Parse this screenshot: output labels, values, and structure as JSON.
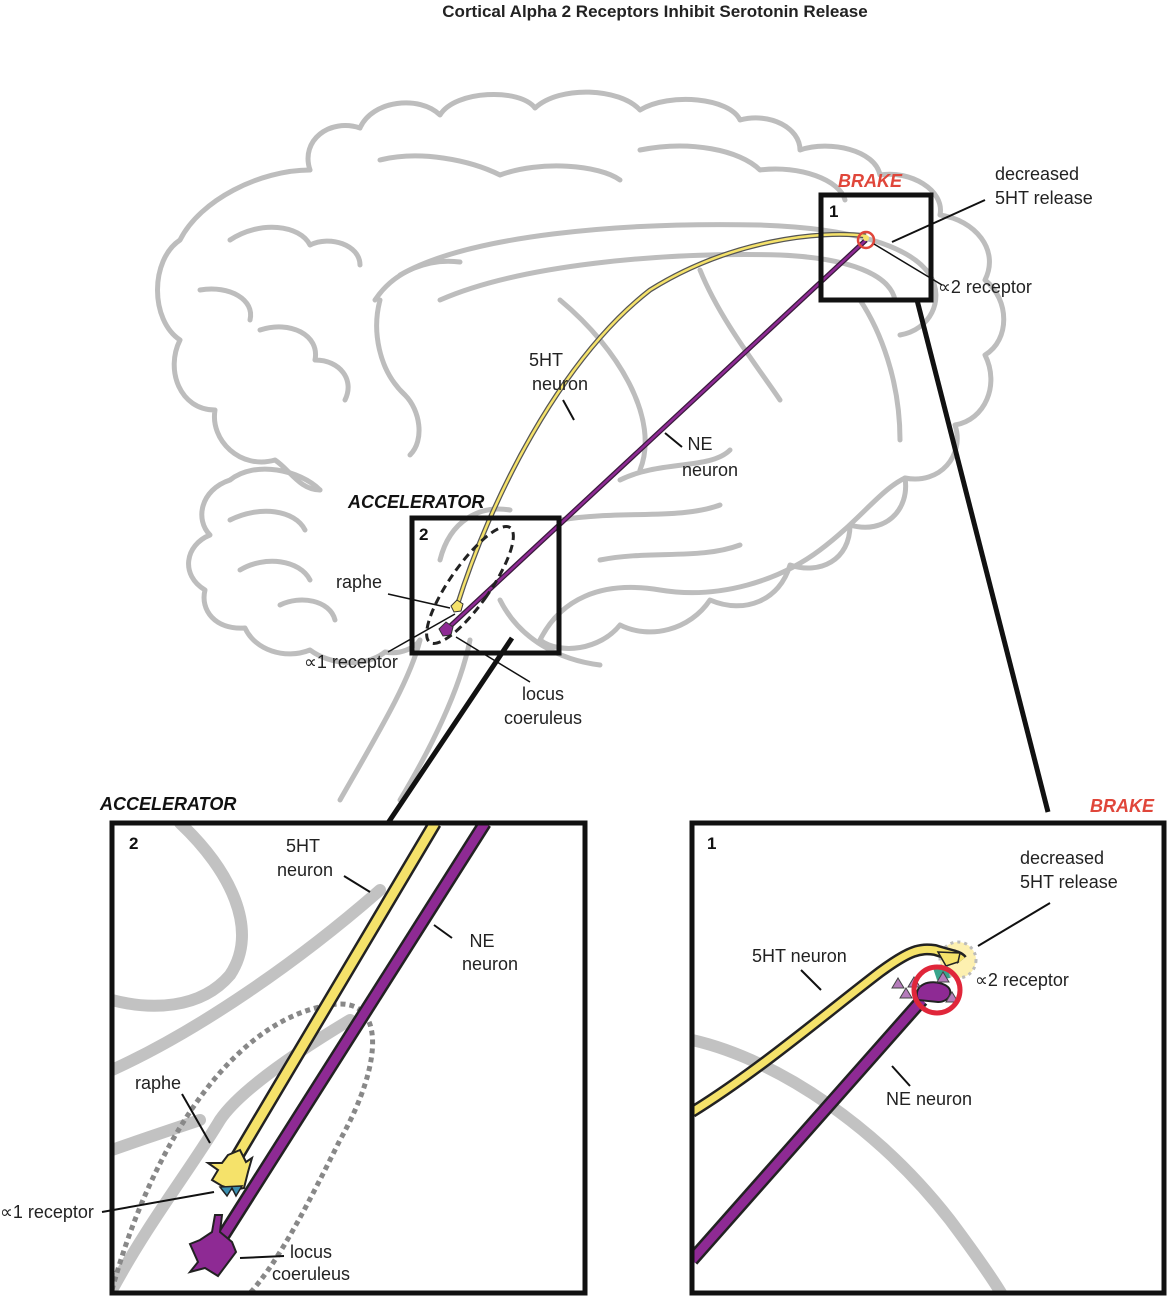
{
  "title": "Cortical Alpha 2 Receptors Inhibit Serotonin Release",
  "colors": {
    "serotonin": "#f5e26a",
    "norepinephrine": "#8e2a94",
    "brain_outline": "#bdbdbd",
    "brake": "#e0463a",
    "alpha1_receptor": "#3a8fb0",
    "alpha2_receptor": "#3aa58c"
  },
  "overview": {
    "brake_label": "BRAKE",
    "brake_box_number": "1",
    "accelerator_label": "ACCELERATOR",
    "accelerator_box_number": "2",
    "decreased_release_line1": "decreased",
    "decreased_release_line2": "5HT release",
    "alpha2_label": "∝2 receptor",
    "ht_neuron_line1": "5HT",
    "ht_neuron_line2": "neuron",
    "ne_neuron_line1": "NE",
    "ne_neuron_line2": "neuron",
    "raphe_label": "raphe",
    "alpha1_label": "∝1 receptor",
    "locus_line1": "locus",
    "locus_line2": "coeruleus"
  },
  "accelerator_panel": {
    "header": "ACCELERATOR",
    "box_number": "2",
    "ht_neuron_line1": "5HT",
    "ht_neuron_line2": "neuron",
    "ne_neuron_line1": "NE",
    "ne_neuron_line2": "neuron",
    "raphe_label": "raphe",
    "alpha1_label": "∝1 receptor",
    "locus_line1": "locus",
    "locus_line2": "coeruleus"
  },
  "brake_panel": {
    "header": "BRAKE",
    "box_number": "1",
    "decreased_release_line1": "decreased",
    "decreased_release_line2": "5HT release",
    "ht_neuron_label": "5HT neuron",
    "alpha2_label": "∝2 receptor",
    "ne_neuron_label": "NE neuron"
  }
}
